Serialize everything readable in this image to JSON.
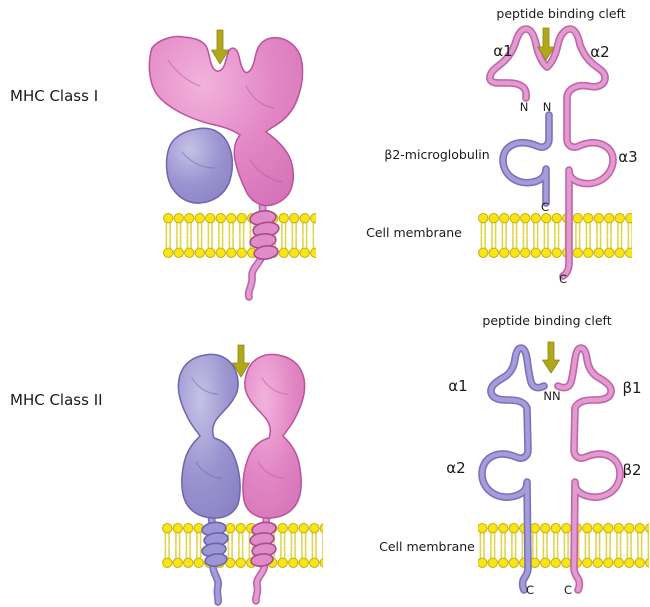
{
  "figure": {
    "class1": {
      "title": "MHC Class I",
      "schematic": {
        "cleft": "peptide binding cleft",
        "alpha1": "α1",
        "alpha2": "α2",
        "alpha3": "α3",
        "b2m": "β2-microglobulin",
        "n_alpha": "N",
        "n_b2m": "N",
        "c_b2m": "C",
        "c_alpha": "C",
        "membrane": "Cell membrane"
      }
    },
    "class2": {
      "title": "MHC Class II",
      "schematic": {
        "cleft": "peptide binding cleft",
        "alpha1": "α1",
        "beta1": "β1",
        "alpha2": "α2",
        "beta2": "β2",
        "n_pair": "NN",
        "c_alpha": "C",
        "c_beta": "C",
        "membrane": "Cell membrane"
      }
    },
    "colors": {
      "alpha_chain_pink": "#e08cc8",
      "alpha_chain_pink_edge": "#c264a9",
      "beta_chain_purple": "#9d96d3",
      "beta_chain_purple_edge": "#7b72bd",
      "lipid_head_yellow": "#f9e515",
      "lipid_head_edge": "#c5b00a",
      "arrow_olive": "#b1a71d",
      "text": "#1b1b1b",
      "background": "#ffffff"
    },
    "icons": {
      "arrow": "peptide-binding-down-arrow"
    }
  }
}
